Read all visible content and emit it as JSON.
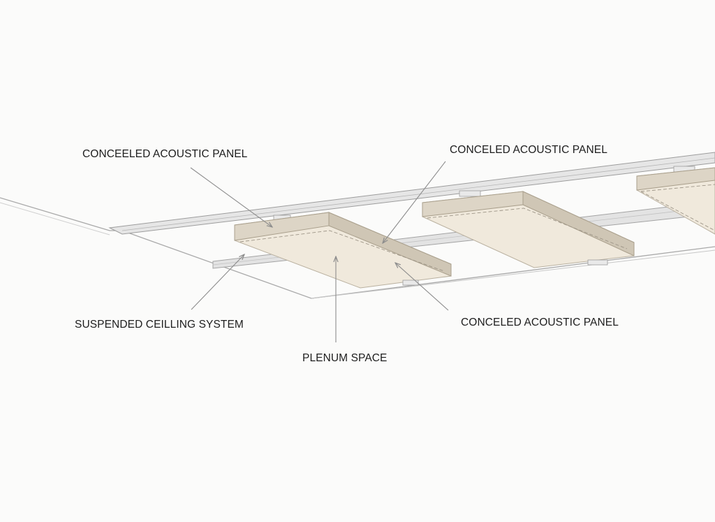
{
  "diagram": {
    "labels": {
      "panel_left": "CONCEELED ACOUSTIC PANEL",
      "panel_top_right": "CONCELED ACOUSTIC PANEL",
      "panel_bottom_right": "CONCELED ACOUSTIC PANEL",
      "suspended_ceiling": "SUSPENDED CEILLING SYSTEM",
      "plenum": "PLENUM SPACE"
    },
    "colors": {
      "panel_top": "#f0e9dc",
      "panel_front": "#ddd5c6",
      "panel_side": "#cfc6b5",
      "rail_face": "#e4e4e4",
      "rail_edge": "#9c9c9c",
      "leader": "#8d8d8d"
    }
  }
}
